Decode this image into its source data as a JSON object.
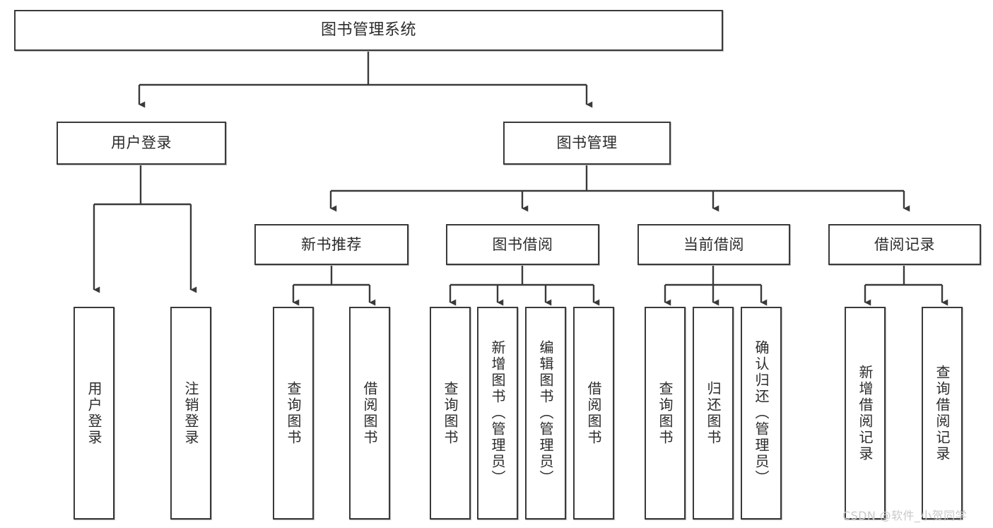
{
  "diagram": {
    "title": "图书管理系统",
    "type": "hierarchy-tree",
    "watermark": "CSDN @软件_小贺同学",
    "colors": {
      "box_border": "#3a3a3a",
      "box_fill": "#ffffff",
      "connector": "#3a3a3a",
      "text": "#2b2b2b",
      "watermark": "#c9c9c9"
    },
    "nodes": {
      "root": {
        "label": "图书管理系统"
      },
      "level1": [
        {
          "label": "用户登录"
        },
        {
          "label": "图书管理"
        }
      ],
      "level2": [
        {
          "label": "新书推荐"
        },
        {
          "label": "图书借阅"
        },
        {
          "label": "当前借阅"
        },
        {
          "label": "借阅记录"
        }
      ],
      "leaves": {
        "user_login": [
          {
            "label": "用户登录"
          },
          {
            "label": "注销登录"
          }
        ],
        "new_book_recommend": [
          {
            "label": "查询图书"
          },
          {
            "label": "借阅图书"
          }
        ],
        "book_borrow": [
          {
            "label": "查询图书"
          },
          {
            "label": "新增图书（管理员）"
          },
          {
            "label": "编辑图书（管理员）"
          },
          {
            "label": "借阅图书"
          }
        ],
        "current_borrow": [
          {
            "label": "查询图书"
          },
          {
            "label": "归还图书"
          },
          {
            "label": "确认归还（管理员）"
          }
        ],
        "borrow_record": [
          {
            "label": "新增借阅记录"
          },
          {
            "label": "查询借阅记录"
          }
        ]
      }
    }
  }
}
